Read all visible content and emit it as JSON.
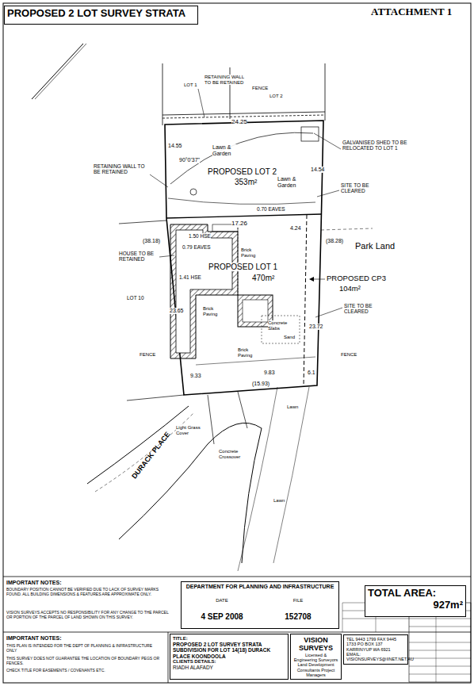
{
  "diagram": {
    "title": "PROPOSED 2 LOT SURVEY STRATA",
    "nodes": [
      {
        "text": [
          "PROPOSED 2 LOT SURVEY STRATA"
        ]
      },
      {
        "text": [
          "DEPARTMENT FOR PLANNING AND INFRASTRUCTURE",
          "DATE",
          "FILE",
          "4 SEP 2008",
          "152708"
        ]
      },
      {
        "text": [
          "TOTAL AREA:",
          "927m²"
        ]
      },
      {
        "text": [
          "TITLE:",
          "PROPOSED 2 LOT SURVEY STRATA SUBDIVISION FOR LOT 14(18) DURACK PLACE KOONDOOLA",
          "CLIENTS DETAILS:",
          "RIADH ALAFADY"
        ]
      },
      {
        "text": [
          "VISION SURVEYS",
          "Licensed & Engineering Surveyors Land Development Consultants Project Managers"
        ]
      },
      {
        "text": [
          "TEL 9443 1799 FAX 9445 1733 PO BOX 137 KARRINYUP WA 6921 EMAIL: VISIONSURVEYS@IINET.NET.AU"
        ]
      }
    ],
    "labels": [
      "ATTACHMENT 1",
      "LOT 1",
      "RETAINING WALL TO BE RETAINED",
      "FENCE",
      "LOT 2",
      "24.25",
      "14.55",
      "90°0'37\"",
      "Lawn & Garden",
      "PROPOSED LOT 2",
      "353m²",
      "GALVANISED SHED TO BE RELOCATED TO LOT 1",
      "SITE TO BE CLEARED",
      "14.54",
      "Lawn & Garden",
      "RETAINING WALL TO BE RETAINED",
      "0.70 EAVES",
      "1.50 HSE",
      "17.26",
      "4.24",
      "(38.18)",
      "(38.28)",
      "Park Land",
      "0.79 EAVES",
      "HOUSE TO BE RETAINED",
      "LOT 10",
      "1.41 HSE",
      "PROPOSED LOT 1",
      "470m²",
      "PROPOSED CP3",
      "104m²",
      "SITE TO BE CLEARED",
      "23.65",
      "23.72",
      "Brick Paving",
      "Brick Paving",
      "Concrete Slabs",
      "Sand",
      "Brick Paving",
      "9.83",
      "6.1",
      "(15.93)",
      "9.33",
      "Light Grass Cover",
      "Lawn",
      "DURACK PLACE",
      "Lawn",
      "Concrete Crossover",
      "FENCE",
      "FENCE",
      "IMPORTANT NOTES:",
      "BOUNDARY POSITION CANNOT BE VERIFIED DUE TO LACK OF SURVEY MARKS FOUND. ALL BUILDING DIMENSIONS & FEATURES ARE APPROXIMATE ONLY.",
      "VISION SURVEYS ACCEPTS NO RESPONSIBILITY FOR ANY CHANGE TO THE PARCEL OR PORTION OF THE PARCEL OF LAND SHOWN ON THIS SURVEY.",
      "IMPORTANT NOTES:",
      "THIS PLAN IS INTENDED FOR THE DEPT OF PLANNING & INFRASTRUCTURE ONLY",
      "THIS SURVEY DOES NOT GUARANTEE THE LOCATION OF BOUNDARY PEGS OR FENCES.",
      "CHECK TITLE FOR EASEMENTS / COVENANTS ETC."
    ]
  }
}
